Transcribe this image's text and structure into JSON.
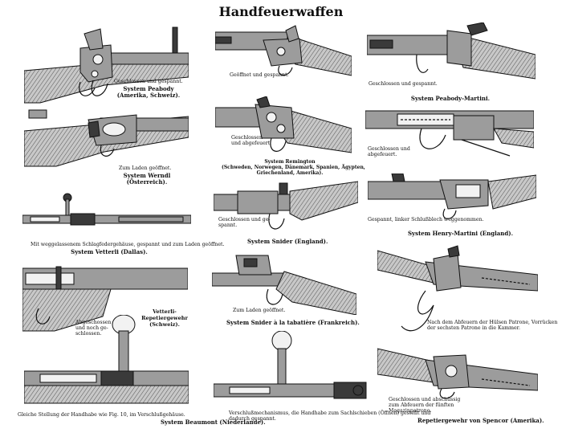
{
  "title": "Handfeuerwaffen",
  "figures": {
    "peabody": {
      "caption": "Geschlossen und gespannt.",
      "system_line1": "System Peabody",
      "system_line2": "(Amerika, Schweiz)."
    },
    "remington_top": {
      "caption": "Geöffnet und gespannt."
    },
    "peabody_martini": {
      "caption": "Geschlossen und gespannt.",
      "system": "System Peabody-Martini."
    },
    "werndl": {
      "caption": "Zum Laden geöffnet.",
      "system_line1": "System Werndl",
      "system_line2": "(Österreich)."
    },
    "remington_bottom": {
      "caption_line1": "Geschlossen",
      "caption_line2": "und abgefeuert.",
      "system_line1": "System Remington",
      "system_line2": "(Schweden, Norwegen, Dänemark, Spanien, Ägypten,",
      "system_line3": "Griechenland, Amerika)."
    },
    "martini_open": {
      "caption_line1": "Geschlossen und",
      "caption_line2": "abgefeuert."
    },
    "vetterli_bolt": {
      "caption": "Mit weggelassenem Schlagfedergehäuse, gespannt und zum Laden geöffnet.",
      "system": "System Vetterli (Dallas)."
    },
    "snider": {
      "caption_line1": "Geschlossen und ge-",
      "caption_line2": "spannt.",
      "system": "System Snider (England)."
    },
    "henry_martini": {
      "caption": "Gespannt, linker Schlußblech weggenommen.",
      "system": "System Henry-Martini (England)."
    },
    "vetterli_repeater": {
      "system_line1": "Vetterli-",
      "system_line2": "Repetiergewehr",
      "system_line3": "(Schweiz).",
      "caption_line1": "Abgeschossen",
      "caption_line2": "und noch ge-",
      "caption_line3": "schlossen."
    },
    "snider_tabatiere": {
      "caption": "Zum Laden geöffnet.",
      "system": "System Snider à la tabatière (Frankreich)."
    },
    "spencor_top": {
      "caption_line1": "Nach dem Abfeuern der Hülsen Patrone, Vorrücken",
      "caption_line2": "der sechsten Patrone in die Kammer."
    },
    "beaumont_left": {
      "caption": "Gleiche Stellung der Handhabe wie Fig. 10, im Verschlußgehäuse.",
      "system": "System Beaumont (Niederlande)."
    },
    "beaumont_right": {
      "caption_line1": "Verschlußmechanismus, die Handhabe zum Sachlschieben (Öffnen) gestellt und",
      "caption_line2": "dadurch gespannt."
    },
    "spencor_bottom": {
      "caption_line1": "Geschlossen und abschüssig",
      "caption_line2": "zum Abfeuern der fünften",
      "caption_line3": "Magazinpatrone.",
      "system": "Repetiergewehr von Spencor (Amerika)."
    }
  }
}
